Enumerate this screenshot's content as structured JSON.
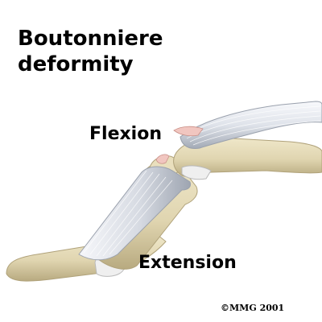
{
  "title": {
    "line1": "Boutonniere",
    "line2": "deformity"
  },
  "labels": {
    "flexion": "Flexion",
    "extension": "Extension"
  },
  "copyright": "©MMG 2001",
  "colors": {
    "bone": "#e3d8b4",
    "bone_shadow": "#b9ab82",
    "tendon": "#d9dde6",
    "tendon_shadow": "#9aa1ad",
    "tendon_highlight": "#f7f8fb",
    "torn_tendon": "#e8b9b4",
    "text": "#000000"
  }
}
